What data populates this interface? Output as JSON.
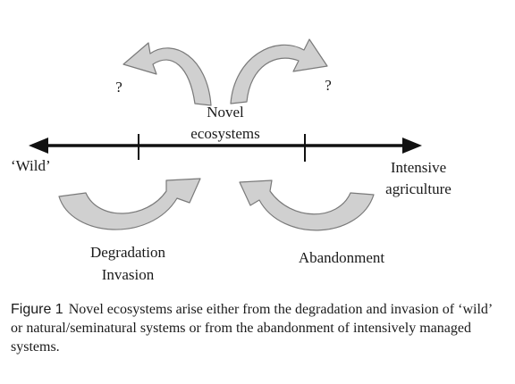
{
  "diagram": {
    "labels": {
      "wild": "‘Wild’",
      "intensive_line1": "Intensive",
      "intensive_line2": "agriculture",
      "novel_line1": "Novel",
      "novel_line2": "ecosystems",
      "question_left": "?",
      "question_right": "?",
      "degradation": "Degradation",
      "invasion": "Invasion",
      "abandonment": "Abandonment"
    },
    "colors": {
      "axis": "#111111",
      "arrow_fill": "#d0d0d0",
      "arrow_stroke": "#7a7a7a"
    }
  },
  "caption": {
    "label": "Figure 1",
    "text": "Novel ecosystems arise either from the degradation and invasion of ‘wild’ or natural/seminatural systems or from the abandonment of intensively managed systems."
  }
}
